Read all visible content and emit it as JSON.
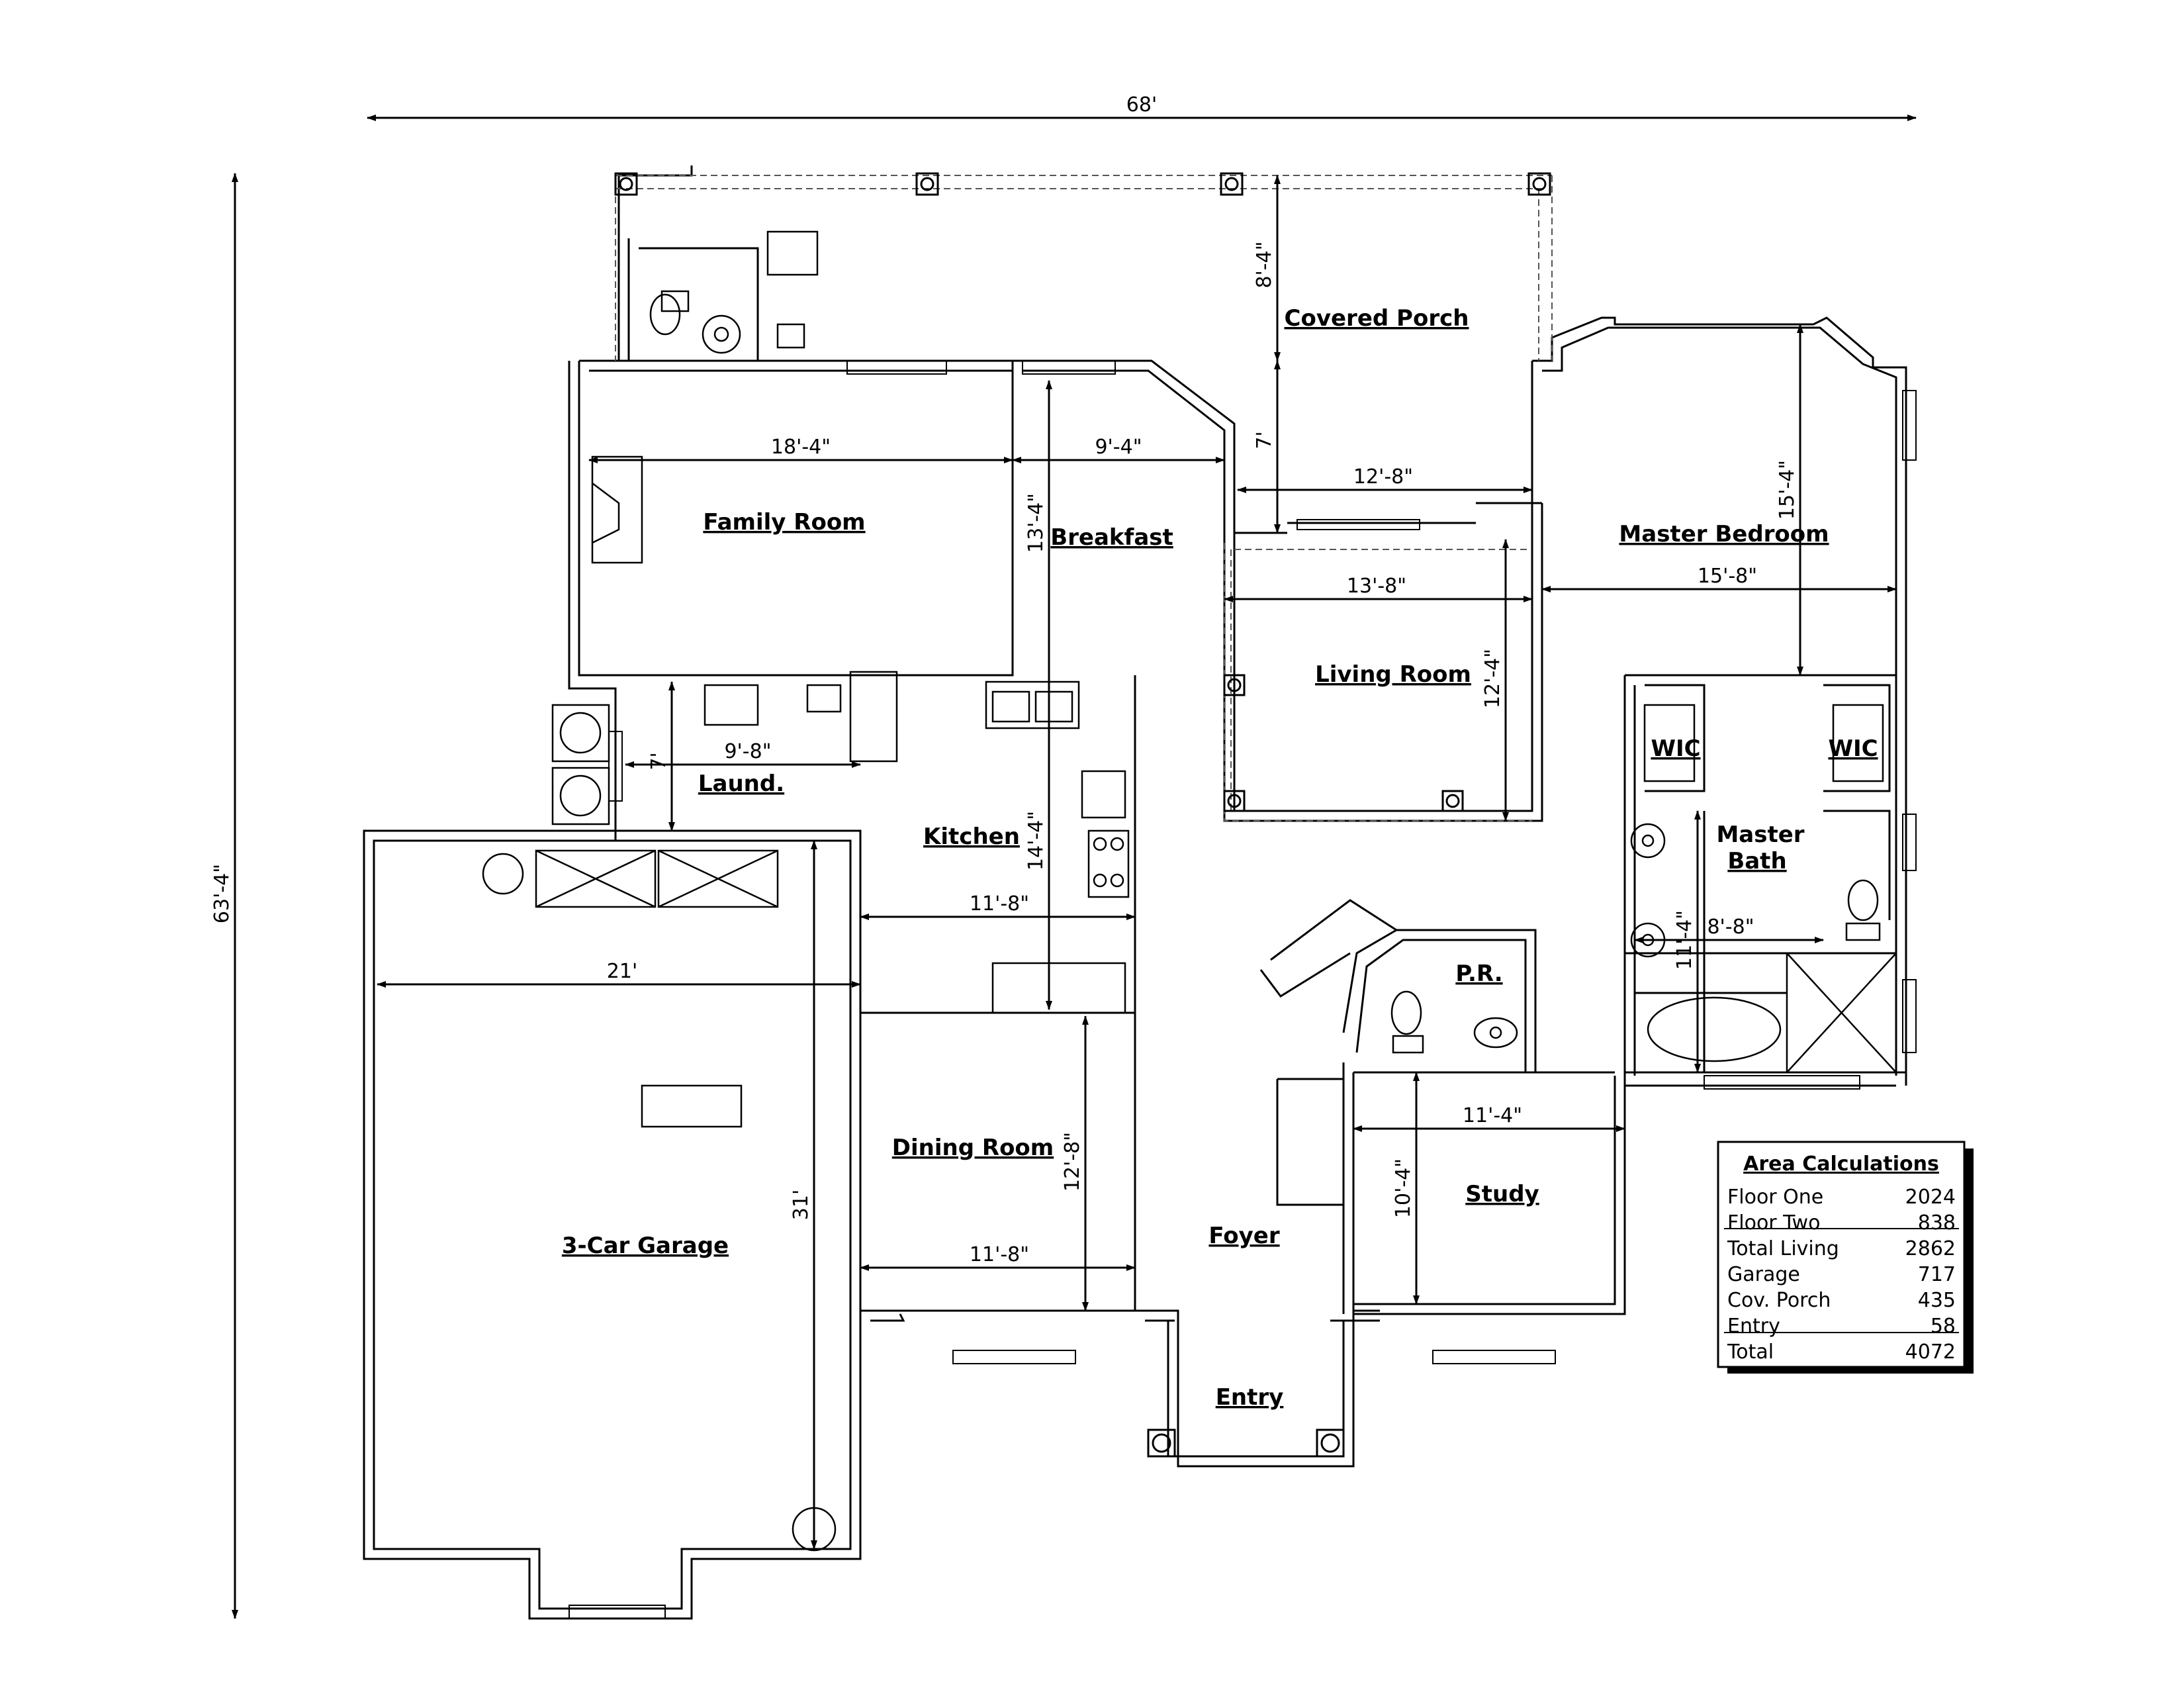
{
  "overall": {
    "width": "68'",
    "depth": "63'-4\""
  },
  "rooms": {
    "covered_porch": "Covered Porch",
    "family_room": "Family Room",
    "breakfast": "Breakfast",
    "master_bedroom": "Master Bedroom",
    "living_room": "Living Room",
    "laundry": "Laund.",
    "kitchen": "Kitchen",
    "wic_left": "WIC",
    "wic_right": "WIC",
    "master_bath_1": "Master",
    "master_bath_2": "Bath",
    "garage": "3-Car Garage",
    "pr": "P.R.",
    "dining_room": "Dining Room",
    "study": "Study",
    "foyer": "Foyer",
    "entry": "Entry"
  },
  "dims": {
    "porch_depth": "8'-4\"",
    "porch_step": "7'",
    "porch_width": "12'-8\"",
    "family_width": "18'-4\"",
    "breakfast_width": "9'-4\"",
    "breakfast_depth": "13'-4\"",
    "living_width": "13'-8\"",
    "living_depth": "12'-4\"",
    "master_width": "15'-8\"",
    "master_depth": "15'-4\"",
    "laund_width": "9'-8\"",
    "laund_depth": "7'",
    "kitchen_depth": "14'-4\"",
    "kitchen_width": "11'-8\"",
    "garage_width": "21'",
    "garage_depth": "31'",
    "dining_depth": "12'-8\"",
    "dining_width": "11'-8\"",
    "bath_width": "8'-8\"",
    "bath_depth": "11'-4\"",
    "study_width": "11'-4\"",
    "study_depth": "10'-4\""
  },
  "area_table": {
    "title": "Area Calculations",
    "rows": [
      {
        "label": "Floor One",
        "value": "2024"
      },
      {
        "label": "Floor Two",
        "value": "838"
      },
      {
        "label": "Total Living",
        "value": "2862"
      },
      {
        "label": "Garage",
        "value": "717"
      },
      {
        "label": "Cov. Porch",
        "value": "435"
      },
      {
        "label": "Entry",
        "value": "58"
      },
      {
        "label": "Total",
        "value": "4072"
      }
    ]
  }
}
